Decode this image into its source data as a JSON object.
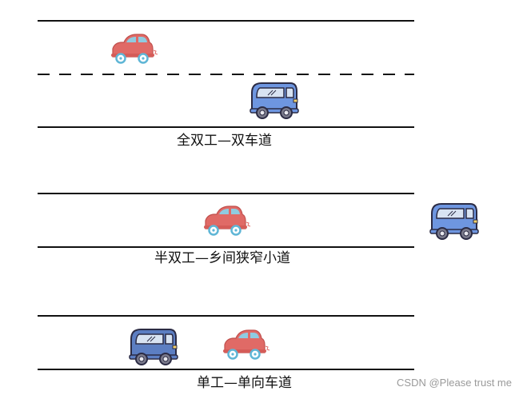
{
  "captions": {
    "full_duplex": "全双工—双车道",
    "half_duplex": "半双工—乡间狭窄小道",
    "simplex": "单工—单向车道"
  },
  "watermark": "CSDN @Please trust me",
  "colors": {
    "road_line": "#111111",
    "red_car": "#e06a66",
    "blue_van": "#6e96e0",
    "dark_van": "#5c7ec2",
    "window": "#8fcbe0",
    "wheel_rim": "#5fb6d6"
  },
  "icons": [
    "red-car-icon",
    "blue-van-icon",
    "dark-blue-van-icon"
  ]
}
